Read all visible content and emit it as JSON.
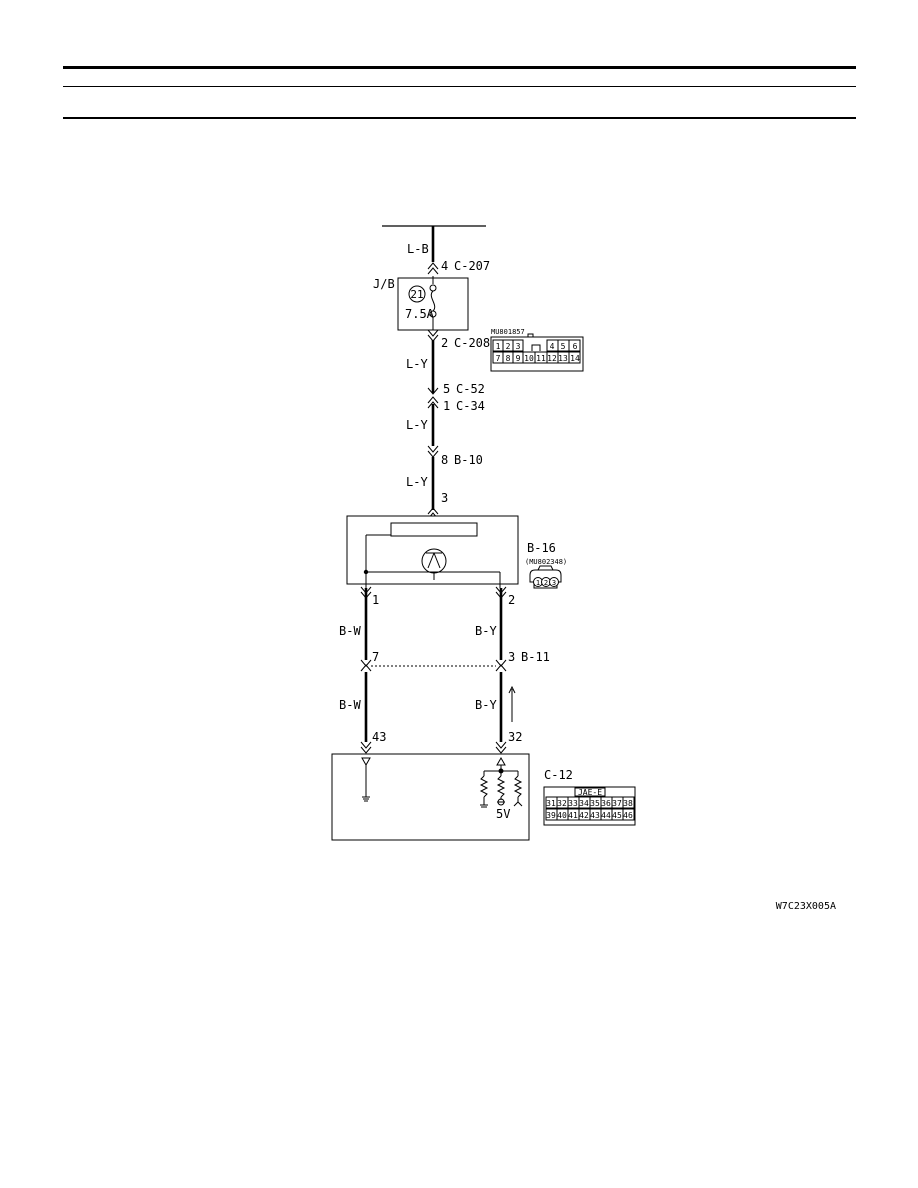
{
  "top_connector": {
    "wire_color": "L-B",
    "pin": "4",
    "connector": "C-207"
  },
  "junction_block": {
    "label": "J/B",
    "fuse_number": "21",
    "fuse_rating": "7.5A"
  },
  "j_b_out": {
    "pin": "2",
    "connector": "C-208",
    "wire_color": "L-Y"
  },
  "c208_connector_icon": {
    "part_number": "MU801857",
    "row1": [
      "1",
      "2",
      "3",
      "",
      "4",
      "5",
      "6"
    ],
    "row2": [
      "7",
      "8",
      "9",
      "10",
      "11",
      "12",
      "13",
      "14"
    ]
  },
  "inline_c52_c34": {
    "pin_top": "5",
    "connector_top": "C-52",
    "pin_bottom": "1",
    "connector_bottom": "C-34",
    "wire_color": "L-Y"
  },
  "inline_b10": {
    "pin": "8",
    "connector": "B-10",
    "wire_color": "L-Y"
  },
  "sensor": {
    "input_pin": "3",
    "connector": "B-16",
    "part_number": "(MU802348)",
    "icon_pins": [
      "1",
      "2",
      "3"
    ],
    "pin_left": "1",
    "pin_right": "2"
  },
  "left_wire": {
    "color_upper": "B-W",
    "b11_pin": "7",
    "color_lower": "B-W",
    "ecu_pin": "43"
  },
  "right_wire": {
    "color_upper": "B-Y",
    "b11_pin": "3",
    "connector": "B-11",
    "color_lower": "B-Y",
    "ecu_pin": "32"
  },
  "ecu": {
    "connector": "C-12",
    "voltage": "5V",
    "icon_title": "JAE-E",
    "icon_row1": [
      "31",
      "32",
      "33",
      "34",
      "35",
      "36",
      "37",
      "38"
    ],
    "icon_row2": [
      "39",
      "40",
      "41",
      "42",
      "43",
      "44",
      "45",
      "46"
    ]
  },
  "figure_code": "W7C23X005A"
}
